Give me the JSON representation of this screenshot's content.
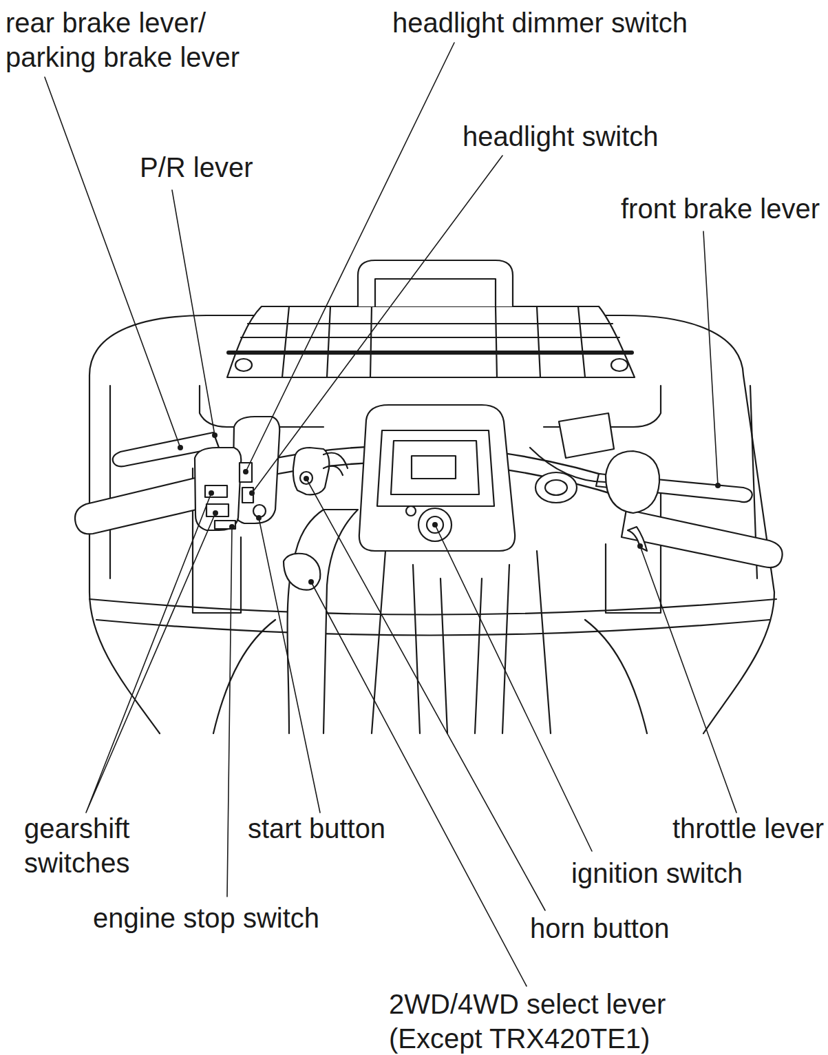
{
  "diagram": {
    "labels": [
      "rear brake lever/ parking brake lever",
      "headlight dimmer switch",
      "headlight switch",
      "P/R lever",
      "front brake lever",
      "gearshift switches",
      "start button",
      "throttle lever",
      "ignition switch",
      "engine stop switch",
      "horn button",
      "2WD/4WD select lever (Except TRX420TE1)"
    ]
  }
}
